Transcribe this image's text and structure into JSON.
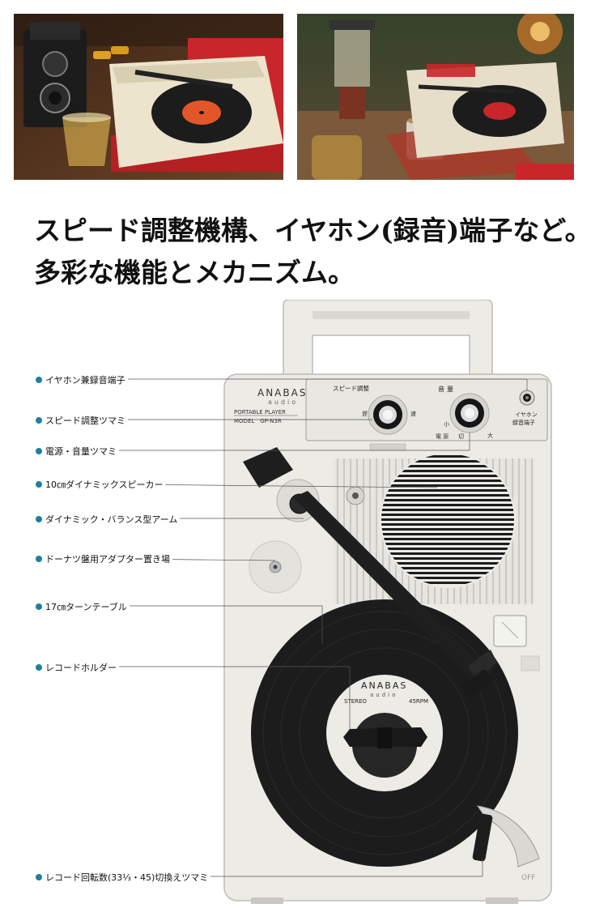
{
  "headline": {
    "line1": "スピード調整機構、イヤホン(録音)端子など。",
    "line2": "多彩な機能とメカニズム。"
  },
  "device": {
    "brand": "ANABAS",
    "brand_sub": "audio",
    "model_line1": "PORTABLE PLAYER",
    "model_line2": "MODEL　GP-N3R",
    "speed_label": "スピード調整",
    "speed_slow": "遅",
    "speed_fast": "速",
    "volume_label": "音量",
    "volume_small": "小",
    "volume_large": "大",
    "power_label": "電源",
    "off_label": "切",
    "jack_label_1": "イヤホン",
    "jack_label_2": "録音端子",
    "record_brand": "ANABAS",
    "record_brand_sub": "audio",
    "record_stereo": "STEREO",
    "record_rpm": "45RPM",
    "off_mark": "OFF"
  },
  "callouts": [
    "イヤホン兼録音端子",
    "スピード調整ツマミ",
    "電源・音量ツマミ",
    "10㎝ダイナミックスピーカー",
    "ダイナミック・バランス型アーム",
    "ドーナツ盤用アダプター置き場",
    "17㎝ターンテーブル",
    "レコードホルダー",
    "レコード回転数(33⅓・45)切換えツマミ"
  ],
  "colors": {
    "bullet": "#1e7fa0",
    "body_white": "#ecebe6",
    "record_black": "#1c1c1c",
    "case_red": "#c8262a"
  },
  "icons": {
    "bullet": "dot-bullet-icon",
    "jack": "earphone-jack-icon",
    "knob": "rotary-knob-icon"
  }
}
